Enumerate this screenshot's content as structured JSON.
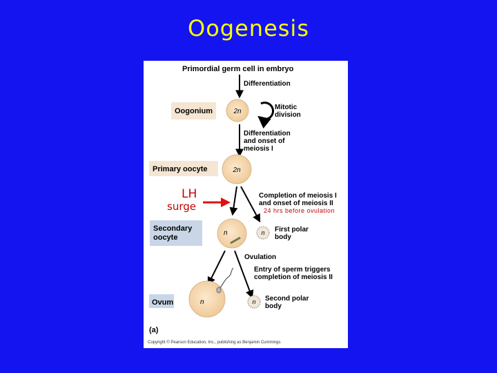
{
  "slide": {
    "title": "Oogenesis",
    "lh_label": "LH",
    "surge_label": "surge",
    "ovulation_note": "24 hrs before ovulation"
  },
  "diagram": {
    "top_label": "Primordial germ cell in embryo",
    "differentiation": "Differentiation",
    "oogonium_label": "Oogonium",
    "oogonium_ploidy": "2n",
    "mitotic_line1": "Mitotic",
    "mitotic_line2": "division",
    "diff_meiosis_line1": "Differentiation",
    "diff_meiosis_line2": "and onset of",
    "diff_meiosis_line3": "meiosis I",
    "primary_oocyte_label": "Primary oocyte",
    "primary_ploidy": "2n",
    "completion1_line1": "Completion of meiosis I",
    "completion1_line2": "and onset of meiosis II",
    "secondary_line1": "Secondary",
    "secondary_line2": "oocyte",
    "secondary_ploidy": "n",
    "first_polar_ploidy": "n",
    "first_polar_line1": "First polar",
    "first_polar_line2": "body",
    "ovulation": "Ovulation",
    "sperm_line1": "Entry of sperm triggers",
    "sperm_line2": "completion of meiosis II",
    "ovum_label": "Ovum",
    "ovum_ploidy": "n",
    "second_polar_ploidy": "n",
    "second_polar_line1": "Second polar",
    "second_polar_line2": "body",
    "panel_label": "(a)",
    "copyright": "Copyright © Pearson Education, Inc., publishing as Benjamin Cummings"
  },
  "colors": {
    "background": "#1414f0",
    "title": "#ffff00",
    "lh_text": "#c00000",
    "lh_arrow": "#e01010",
    "label_box_tan": "#f4e6d2",
    "label_box_blue": "#c9d6e8",
    "cell_fill": "#f6dcb8"
  }
}
